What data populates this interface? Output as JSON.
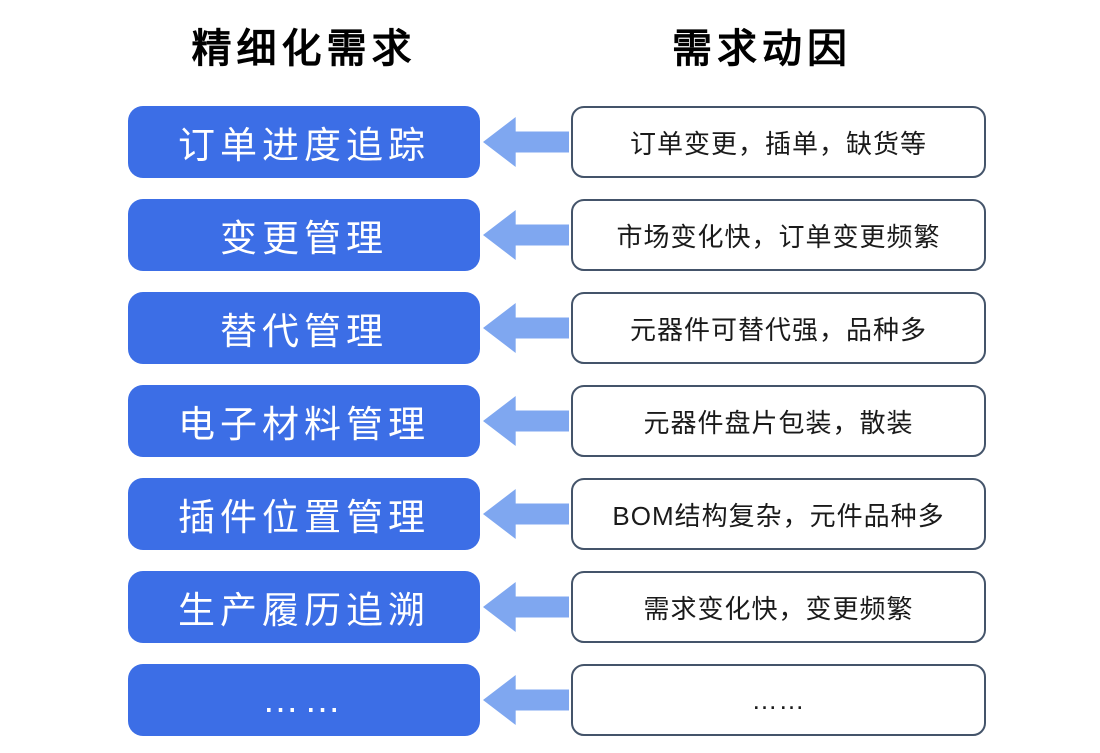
{
  "headers": {
    "left": "精细化需求",
    "right": "需求动因"
  },
  "rows": [
    {
      "requirement": "订单进度追踪",
      "driver": "订单变更，插单，缺货等"
    },
    {
      "requirement": "变更管理",
      "driver": "市场变化快，订单变更频繁"
    },
    {
      "requirement": "替代管理",
      "driver": "元器件可替代强，品种多"
    },
    {
      "requirement": "电子材料管理",
      "driver": "元器件盘片包装，散装"
    },
    {
      "requirement": "插件位置管理",
      "driver": "BOM结构复杂，元件品种多"
    },
    {
      "requirement": "生产履历追溯",
      "driver": "需求变化快，变更频繁"
    },
    {
      "requirement": "……",
      "driver": "……"
    }
  ],
  "arrow": {
    "direction": "left",
    "meaning": "demand driver leads to refined requirement"
  },
  "colors": {
    "box_blue": "#3C6EE6",
    "arrow_blue": "#7FA7F0",
    "white_box_border": "#44546A",
    "requirement_text": "#FFFFFF",
    "driver_text": "#1A1A1A",
    "header_text": "#000000",
    "page_background": "#FFFFFF"
  }
}
